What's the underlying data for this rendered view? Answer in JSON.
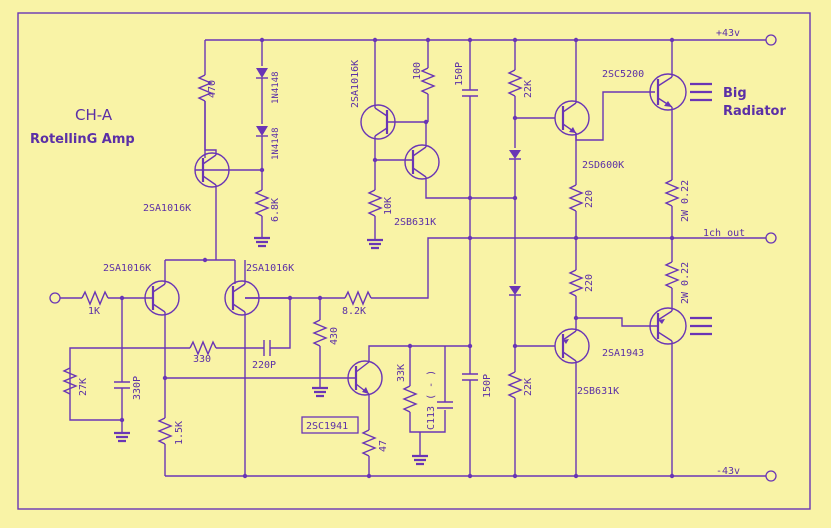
{
  "titles": {
    "channel": "CH-A",
    "amp": "RotellinG Amp",
    "big": "Big",
    "radiator": "Radiator"
  },
  "rails": {
    "pos": "+43v",
    "neg": "-43v",
    "out": "1ch out"
  },
  "transistors": {
    "q_cs": "2SA1016K",
    "q_in1": "2SA1016K",
    "q_in2": "2SA1016K",
    "q_mir": "2SA1016K",
    "q_pre": "2SB631K",
    "q_vas": "2SC1941",
    "q_drv_hi": "2SD600K",
    "q_drv_lo": "2SB631K",
    "q_out_hi": "2SC5200",
    "q_out_lo": "2SA1943"
  },
  "diodes": {
    "d1": "1N4148",
    "d2": "1N4148"
  },
  "resistors": {
    "r470": "470",
    "r6k8": "6.8K",
    "r1k": "1K",
    "r27k": "27K",
    "r1k5": "1.5K",
    "r330": "330",
    "r430": "430",
    "r8k2": "8.2K",
    "r10k": "10K",
    "r100": "100",
    "r33k": "33K",
    "r47": "47",
    "r22k_top": "22K",
    "r22k_bot": "22K",
    "r220_top": "220",
    "r220_bot": "220",
    "r022_top": "2W 0.22",
    "r022_bot": "2W 0.22"
  },
  "capacitors": {
    "c330p": "330P",
    "c220p": "220P",
    "c150p_top": "150P",
    "c150p_bot": "150P",
    "c113": "C113 ( - )"
  }
}
